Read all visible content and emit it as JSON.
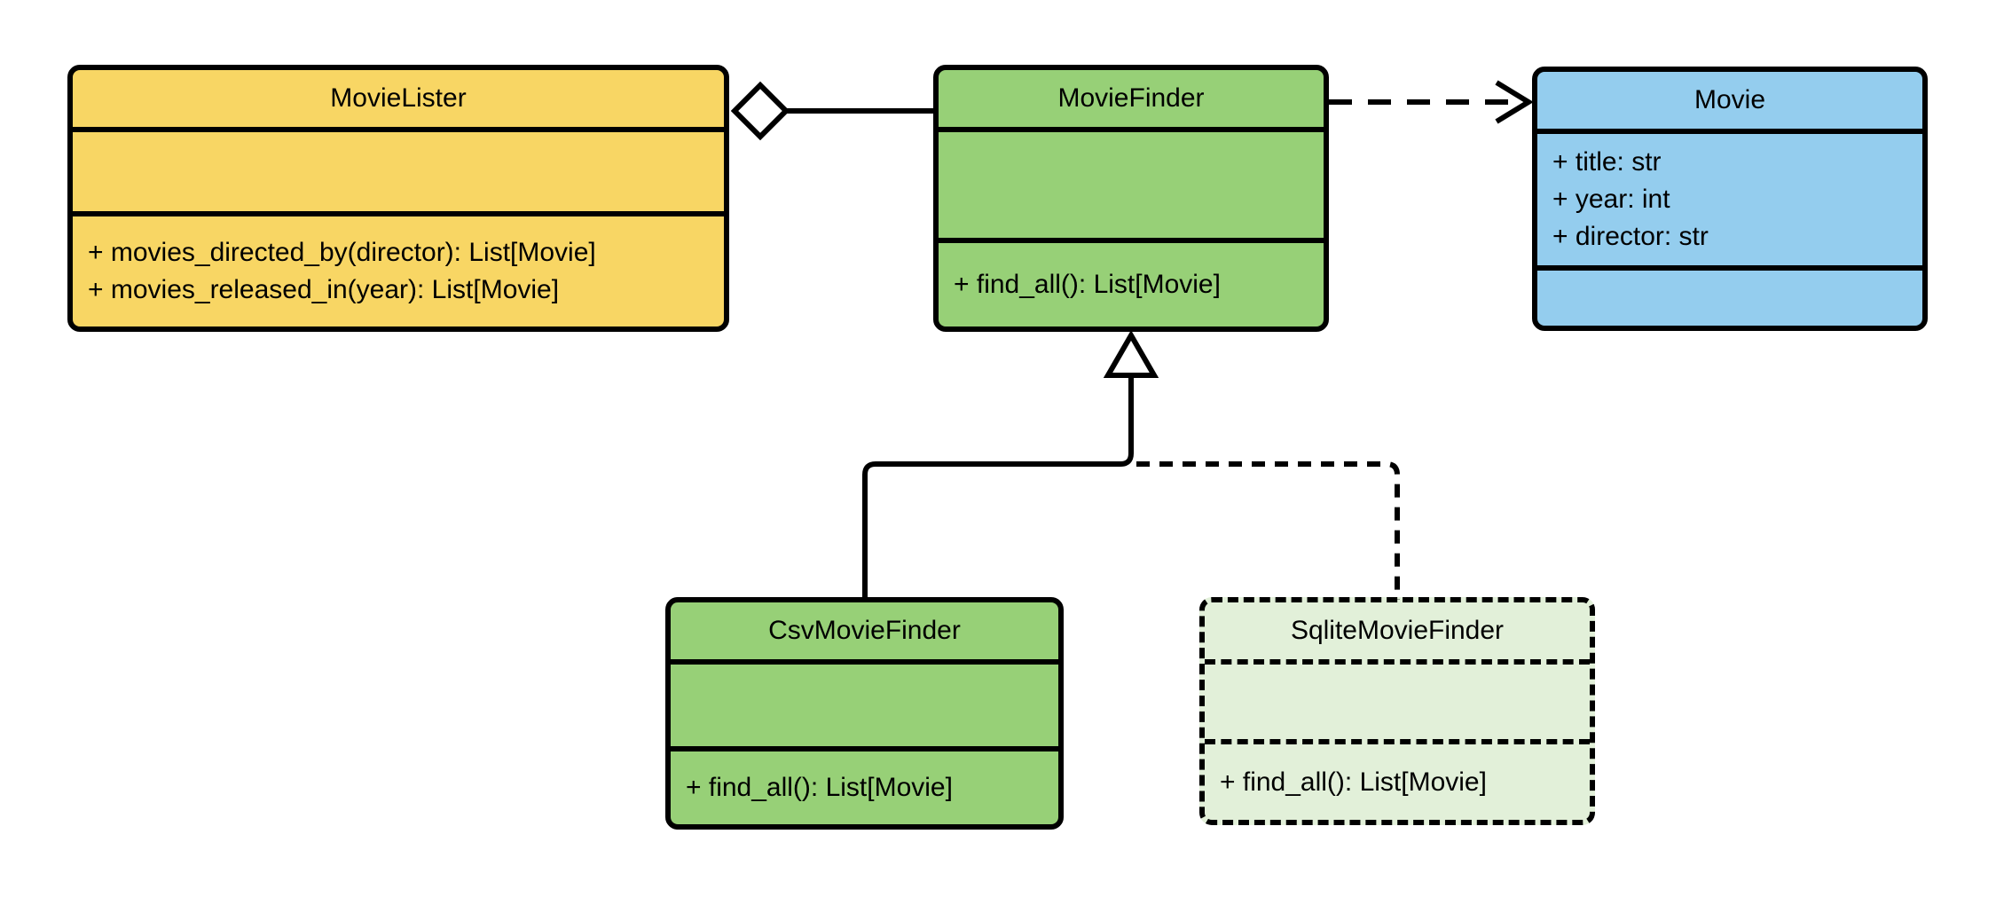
{
  "diagram": {
    "type": "uml-class-diagram",
    "classes": [
      {
        "name": "MovieLister",
        "attributes": [],
        "methods": [
          "+ movies_directed_by(director): List[Movie]",
          "+ movies_released_in(year): List[Movie]"
        ],
        "fill": "yellow",
        "border": "solid"
      },
      {
        "name": "MovieFinder",
        "attributes": [],
        "methods": [
          "+ find_all(): List[Movie]"
        ],
        "fill": "green",
        "border": "solid"
      },
      {
        "name": "Movie",
        "attributes": [
          "+ title: str",
          "+ year: int",
          "+ director: str"
        ],
        "methods": [],
        "fill": "blue",
        "border": "solid"
      },
      {
        "name": "CsvMovieFinder",
        "attributes": [],
        "methods": [
          "+ find_all(): List[Movie]"
        ],
        "fill": "green",
        "border": "solid"
      },
      {
        "name": "SqliteMovieFinder",
        "attributes": [],
        "methods": [
          "+ find_all(): List[Movie]"
        ],
        "fill": "pale_green",
        "border": "dashed"
      }
    ],
    "relationships": [
      {
        "type": "aggregation",
        "from": "MovieLister",
        "to": "MovieFinder",
        "line": "solid",
        "marker": "hollow-diamond-at-movielister"
      },
      {
        "type": "dependency",
        "from": "MovieFinder",
        "to": "Movie",
        "line": "dashed",
        "marker": "open-arrow-at-movie"
      },
      {
        "type": "generalization",
        "from": "CsvMovieFinder",
        "to": "MovieFinder",
        "line": "solid",
        "marker": "hollow-triangle-at-moviefinder"
      },
      {
        "type": "generalization",
        "from": "SqliteMovieFinder",
        "to": "MovieFinder",
        "line": "dashed",
        "marker": "hollow-triangle-at-moviefinder"
      }
    ],
    "colors": {
      "yellow": "#F8D664",
      "green": "#97D077",
      "blue": "#94CDEE",
      "pale_green": "#E2F0D9",
      "stroke": "#000000",
      "background": "#FFFFFF"
    }
  }
}
